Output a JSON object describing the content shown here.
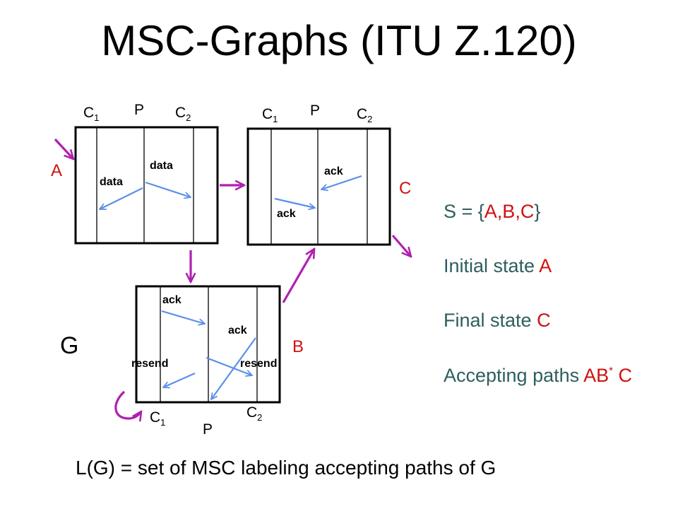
{
  "title": "MSC-Graphs (ITU Z.120)",
  "graph_name": "G",
  "states": {
    "A": "A",
    "B": "B",
    "C": "C"
  },
  "processes": {
    "c1_base": "C",
    "c1_sub": "1",
    "p": "P",
    "c2_base": "C",
    "c2_sub": "2"
  },
  "messages": {
    "box_a_1": "data",
    "box_a_2": "data",
    "box_c_1": "ack",
    "box_c_2": "ack",
    "box_b_1": "ack",
    "box_b_2": "ack",
    "box_b_3": "resend",
    "box_b_4": "resend"
  },
  "side_panel": {
    "set_prefix": "S = {",
    "set_values": "A,B,C",
    "set_suffix": "}",
    "initial_label": "Initial state ",
    "initial_value": "A",
    "final_label": "Final state ",
    "final_value": "C",
    "paths_label": "Accepting paths ",
    "paths_value": "AB",
    "paths_sup": "*",
    "paths_tail": " C"
  },
  "footer": "L(G) = set of MSC labeling accepting paths of G",
  "colors": {
    "message_arrow": "#5b8fea",
    "transition_arrow": "#b020b0",
    "state_label": "#d01010",
    "side_text": "#2e5e5e"
  }
}
